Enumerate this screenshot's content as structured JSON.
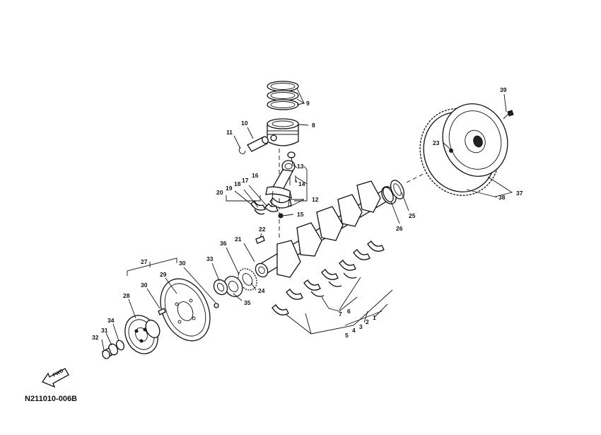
{
  "diagram": {
    "code": "N211010-006B",
    "fwd_label": "FWD",
    "callouts": {
      "c1": "1",
      "c2": "2",
      "c3": "3",
      "c4": "4",
      "c5": "5",
      "c6": "6",
      "c7": "7",
      "c8": "8",
      "c9": "9",
      "c10": "10",
      "c11": "11",
      "c12": "12",
      "c13": "13",
      "c14": "14",
      "c15": "15",
      "c16": "16",
      "c17": "17",
      "c18": "18",
      "c19": "19",
      "c20": "20",
      "c21": "21",
      "c22": "22",
      "c23": "23",
      "c24": "24",
      "c25": "25",
      "c26": "26",
      "c27": "27",
      "c28": "28",
      "c29": "29",
      "c30a": "30",
      "c30b": "30",
      "c31": "31",
      "c32": "32",
      "c33": "33",
      "c34": "34",
      "c35": "35",
      "c36": "36",
      "c37": "37",
      "c38": "38",
      "c39": "39"
    }
  }
}
